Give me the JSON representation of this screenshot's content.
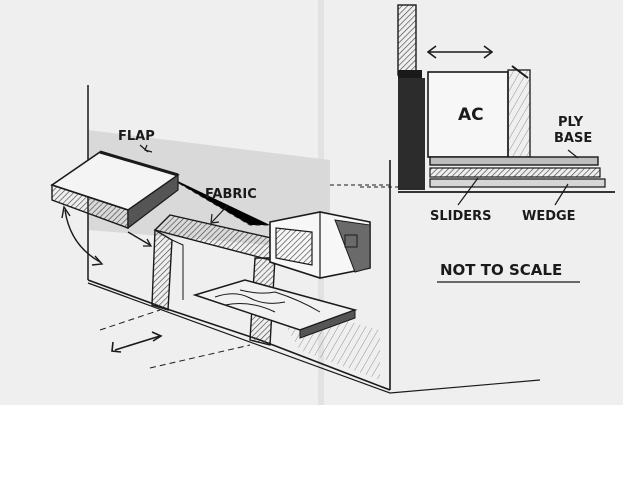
{
  "labels": {
    "flap": "FLAP",
    "fabric": "FABRIC",
    "ac": "AC",
    "ply": "PLY",
    "base": "BASE",
    "sliders": "SLIDERS",
    "wedge": "WEDGE",
    "note": "NOT TO SCALE"
  },
  "colors": {
    "paper": "#efefef",
    "ink": "#1a1a1a",
    "shade": "#9a9a9a"
  }
}
